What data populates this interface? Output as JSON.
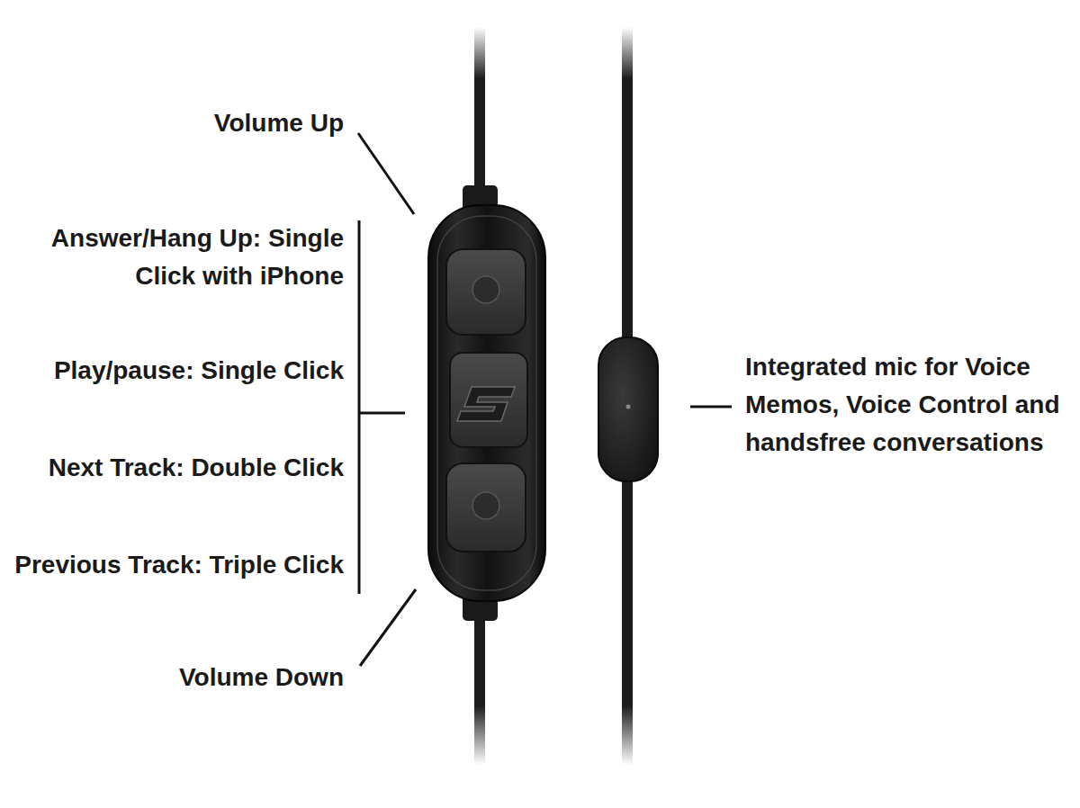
{
  "diagram": {
    "labels": [
      "Volume Up",
      "Answer/Hang Up: Single Click with iPhone",
      "Play/pause: Single Click",
      "Next Track: Double Click",
      "Previous Track: Triple Click",
      "Volume Down",
      "Integrated mic for Voice Memos, Voice Control and handsfree conversations"
    ]
  }
}
